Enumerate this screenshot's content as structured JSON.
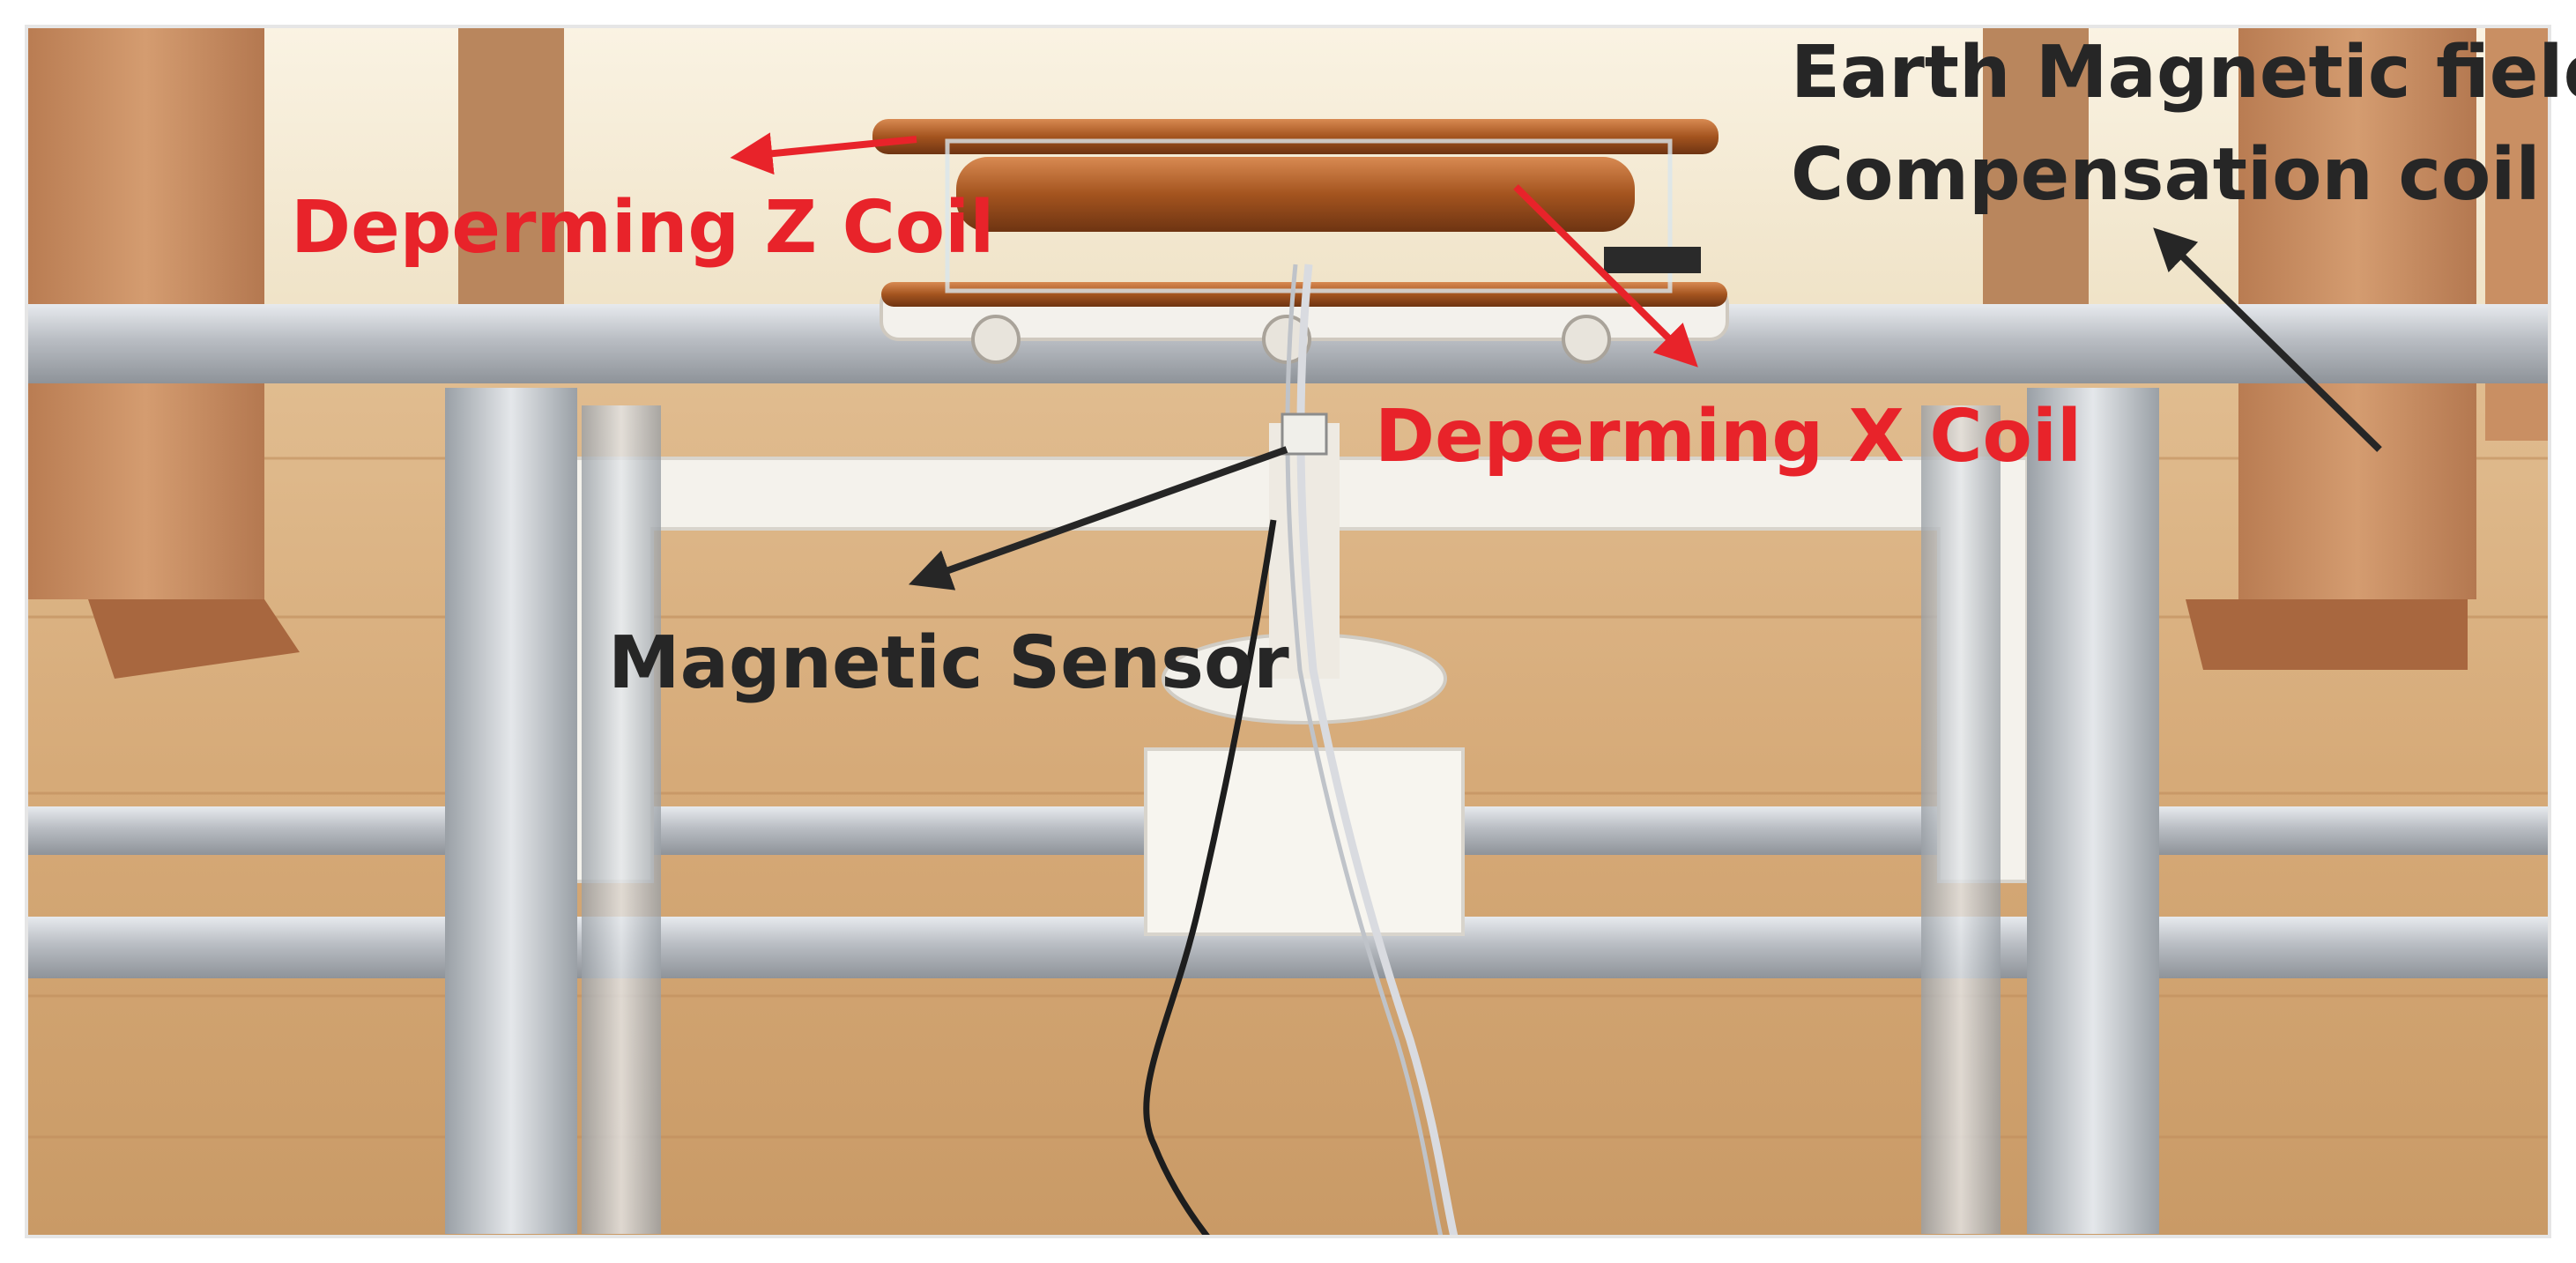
{
  "figure": {
    "labels": {
      "deperming_z": "Deperming Z Coil",
      "deperming_x": "Deperming X Coil",
      "magnetic_sensor": "Magnetic Sensor",
      "earth_field_line1": "Earth Magnetic field",
      "earth_field_line2": "Compensation coil"
    }
  },
  "colors": {
    "label_red": "#e8232a",
    "label_dark": "#262626",
    "floor_wood": "#d6ab7a",
    "wall": "#f6ecd8",
    "aluminum_frame": "#c9ccd0",
    "copper_coil": "#a85a2c",
    "pillar": "#c98f63"
  }
}
